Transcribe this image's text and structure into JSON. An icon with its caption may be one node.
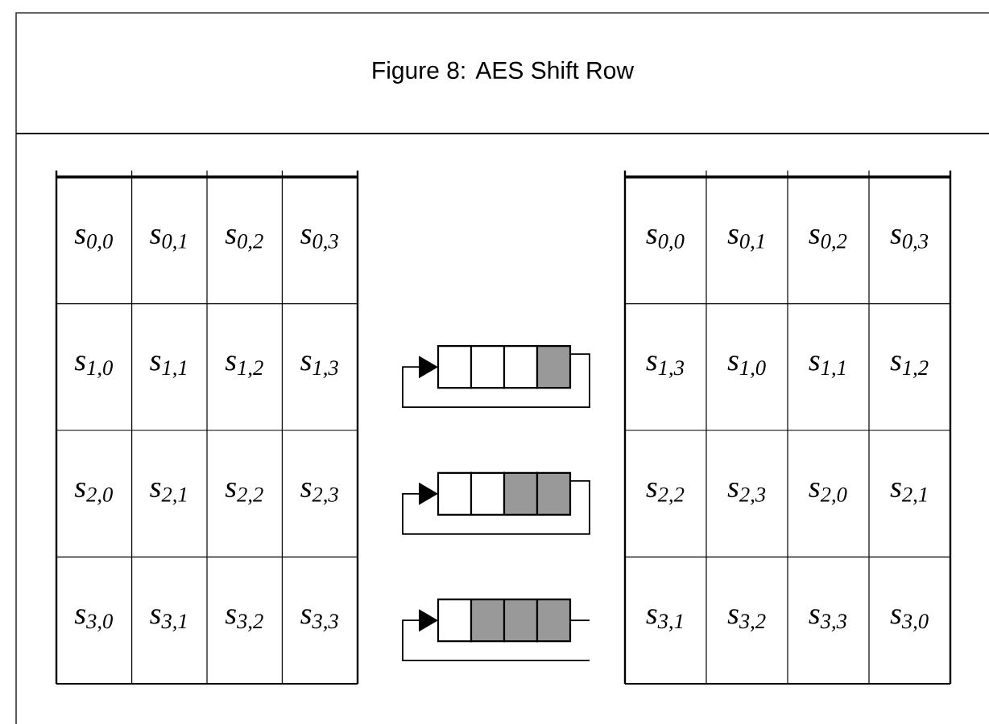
{
  "diagram": {
    "title": "Figure 8: AES Shift Row",
    "labels": [
      "s$_{0,0}$",
      "s$_{0,1}$",
      "s$_{0,2}$",
      "s$_{0,3}$",
      "s$_{1,0}$",
      "s$_{1,1}$",
      "s$_{1,2}$",
      "s$_{1,3}$",
      "s$_{2,0}$",
      "s$_{2,1}$",
      "s$_{2,2}$",
      "s$_{2,3}$",
      "s$_{3,0}$",
      "s$_{3,1}$",
      "s$_{3,2}$",
      "s$_{3,3}$",
      "s$_{0,0}$",
      "s$_{0,1}$",
      "s$_{0,2}$",
      "s$_{0,3}$",
      "s$_{1,3}$",
      "s$_{1,0}$",
      "s$_{1,1}$",
      "s$_{1,2}$",
      "s$_{2,2}$",
      "s$_{2,3}$",
      "s$_{2,0}$",
      "s$_{2,1}$",
      "s$_{3,1}$",
      "s$_{3,2}$",
      "s$_{3,3}$",
      "s$_{3,0}$"
    ]
  }
}
